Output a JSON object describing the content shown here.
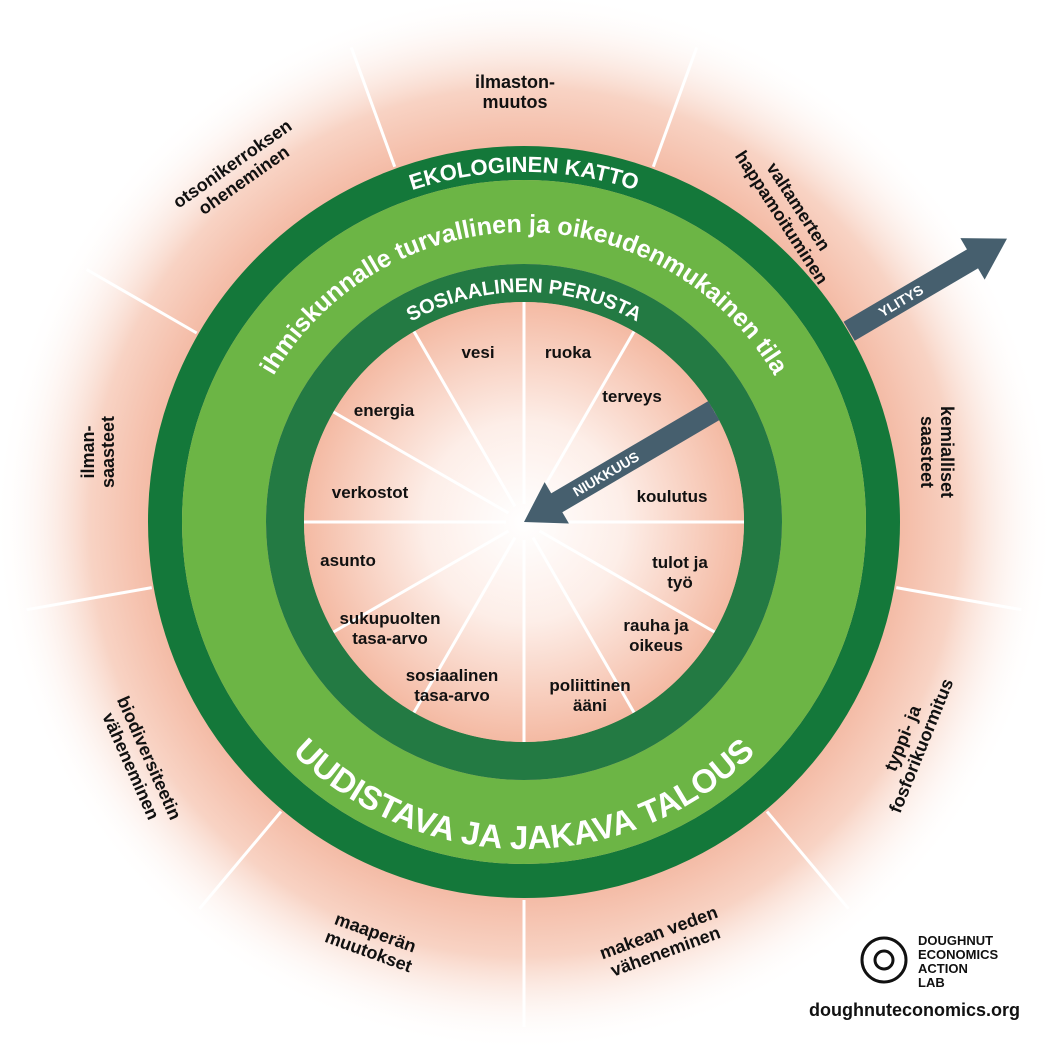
{
  "ring_labels": {
    "ecological_ceiling": "EKOLOGINEN KATTO",
    "safe_space": "ihmiskunnalle turvallinen ja oikeudenmukainen tila",
    "social_foundation": "SOSIAALINEN PERUSTA",
    "economy": "UUDISTAVA JA JAKAVA TALOUS"
  },
  "arrows": {
    "overshoot": "YLITYS",
    "shortfall": "NIUKKUUS"
  },
  "ecological_boundaries": [
    {
      "lines": [
        "ilmaston-",
        "muutos"
      ]
    },
    {
      "lines": [
        "valtamerten",
        "happamoituminen"
      ]
    },
    {
      "lines": [
        "kemialliset",
        "saasteet"
      ]
    },
    {
      "lines": [
        "typpi- ja",
        "fosforikuormitus"
      ]
    },
    {
      "lines": [
        "makean veden",
        "väheneminen"
      ]
    },
    {
      "lines": [
        "maaperän",
        "muutokset"
      ]
    },
    {
      "lines": [
        "biodiversiteetin",
        "väheneminen"
      ]
    },
    {
      "lines": [
        "ilman-",
        "saasteet"
      ]
    },
    {
      "lines": [
        "otsonikerroksen",
        "oheneminen"
      ]
    }
  ],
  "social_foundation_items": [
    {
      "lines": [
        "ruoka"
      ]
    },
    {
      "lines": [
        "terveys"
      ]
    },
    {
      "lines": [
        "koulutus"
      ]
    },
    {
      "lines": [
        "tulot ja",
        "työ"
      ]
    },
    {
      "lines": [
        "rauha ja",
        "oikeus"
      ]
    },
    {
      "lines": [
        "poliittinen",
        "ääni"
      ]
    },
    {
      "lines": [
        "sosiaalinen",
        "tasa-arvo"
      ]
    },
    {
      "lines": [
        "sukupuolten",
        "tasa-arvo"
      ]
    },
    {
      "lines": [
        "asunto"
      ]
    },
    {
      "lines": [
        "verkostot"
      ]
    },
    {
      "lines": [
        "energia"
      ]
    },
    {
      "lines": [
        "vesi"
      ]
    }
  ],
  "logo": {
    "lines": [
      "DOUGHNUT",
      "ECONOMICS",
      "ACTION",
      "LAB"
    ],
    "url": "doughnuteconomics.org"
  },
  "colors": {
    "outer_ring": "#14783a",
    "middle_band": "#6cb545",
    "inner_ring": "#237a43",
    "arrow": "#465f6e",
    "pink": "#f5bfa9"
  }
}
